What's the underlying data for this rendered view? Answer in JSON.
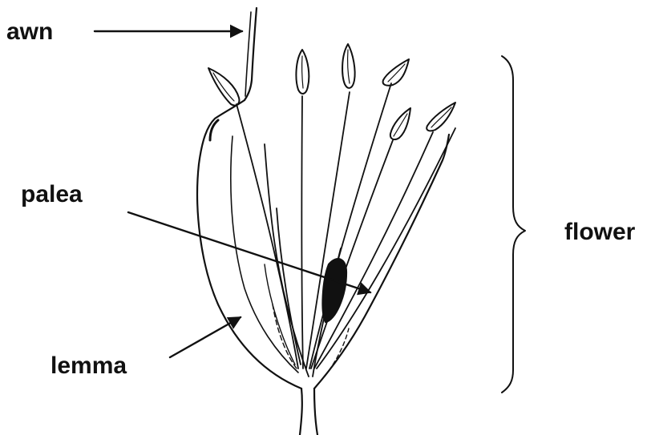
{
  "labels": {
    "awn": "awn",
    "palea": "palea",
    "lemma": "lemma",
    "flower": "flower"
  },
  "colors": {
    "ink": "#111111",
    "background": "#ffffff"
  }
}
